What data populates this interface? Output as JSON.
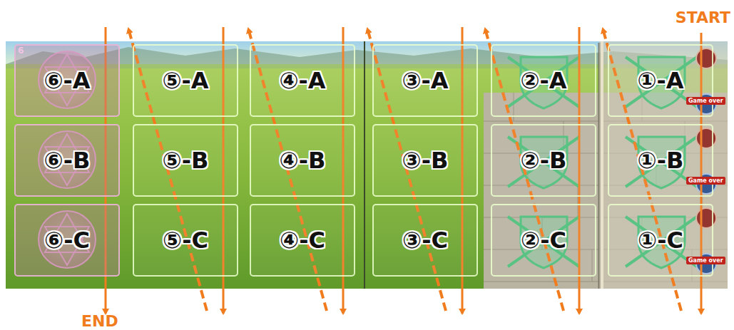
{
  "diagram": {
    "nodes": [
      {
        "text": [
          "⑥-A"
        ]
      },
      {
        "text": [
          "⑤-A"
        ]
      },
      {
        "text": [
          "④-A"
        ]
      },
      {
        "text": [
          "③-A"
        ]
      },
      {
        "text": [
          "②-A"
        ]
      },
      {
        "text": [
          "①-A"
        ]
      },
      {
        "text": [
          "⑥-B"
        ]
      },
      {
        "text": [
          "⑤-B"
        ]
      },
      {
        "text": [
          "④-B"
        ]
      },
      {
        "text": [
          "③-B"
        ]
      },
      {
        "text": [
          "②-B"
        ]
      },
      {
        "text": [
          "①-B"
        ]
      },
      {
        "text": [
          "⑥-C"
        ]
      },
      {
        "text": [
          "⑤-C"
        ]
      },
      {
        "text": [
          "④-C"
        ]
      },
      {
        "text": [
          "③-C"
        ]
      },
      {
        "text": [
          "②-C"
        ]
      },
      {
        "text": [
          "①-C"
        ]
      }
    ],
    "labels": [
      "START",
      "END",
      "6",
      "Game over",
      "Game over",
      "Game over"
    ]
  }
}
